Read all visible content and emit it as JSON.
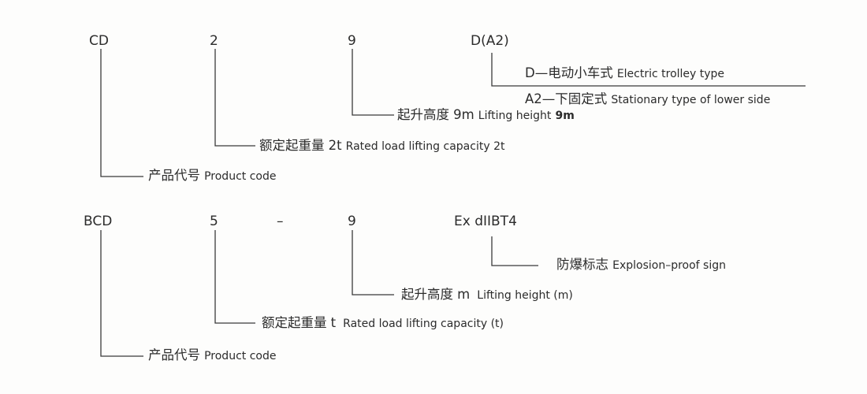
{
  "diagram1": {
    "codes": [
      "CD",
      "2",
      "9",
      "D(A2)"
    ],
    "items": [
      {
        "zh": "D—电动小车式",
        "en": "Electric trolley type"
      },
      {
        "zh": "A2—下固定式",
        "en": "Stationary type of lower side"
      },
      {
        "zh": "起升高度",
        "value": "9m",
        "en": "Lifting height",
        "en_value": "9m"
      },
      {
        "zh": "额定起重量",
        "value": "2t",
        "en": "Rated load lifting capacity 2t"
      },
      {
        "zh": "产品代号",
        "en": "Product code"
      }
    ]
  },
  "diagram2": {
    "codes": [
      "BCD",
      "5",
      "–",
      "9",
      "Ex dIIBT4"
    ],
    "items": [
      {
        "zh": "防爆标志",
        "en": "Explosion–proof sign"
      },
      {
        "zh": "起升高度",
        "value": "m",
        "en": "Lifting height (m)"
      },
      {
        "zh": "额定起重量",
        "value": "t",
        "en": "Rated load lifting capacity (t)"
      },
      {
        "zh": "产品代号",
        "en": "Product code"
      }
    ]
  }
}
